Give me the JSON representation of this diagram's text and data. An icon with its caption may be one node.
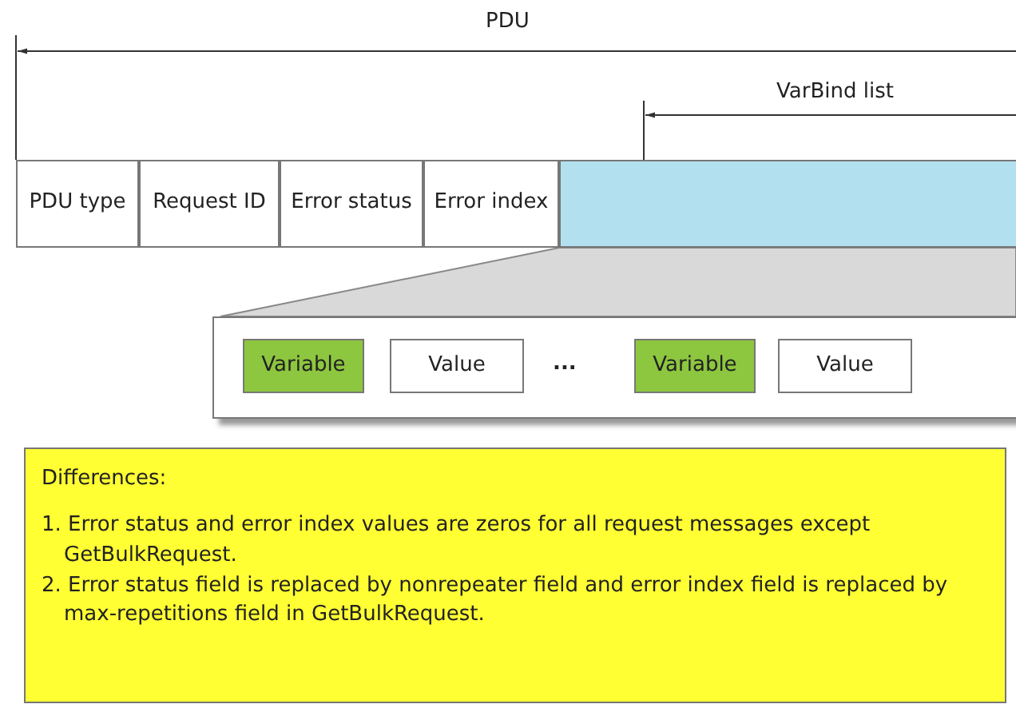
{
  "diagram": {
    "nodes": [
      {
        "text": [
          "PDU type"
        ]
      },
      {
        "text": [
          "Request ID"
        ]
      },
      {
        "text": [
          "Error status"
        ]
      },
      {
        "text": [
          "Error index"
        ]
      },
      {
        "text": [],
        "shape": "box"
      },
      {
        "text": [],
        "shape": "box"
      },
      {
        "text": [
          "Variable"
        ],
        "in": 5
      },
      {
        "text": [
          "Value"
        ],
        "in": 5
      },
      {
        "text": [
          "Variable"
        ],
        "in": 5
      },
      {
        "text": [
          "Value"
        ],
        "in": 5
      },
      {
        "text": [
          "Differences:",
          "1. Error status and error index values are zeros for all request messages except GetBulkRequest.",
          "2. Error status field is replaced by nonrepeater field and error index field is replaced by max-repetitions field in GetBulkRequest."
        ]
      },
      {
        "text": [],
        "shape": "wedge"
      }
    ],
    "edges": [],
    "labels": [
      "PDU",
      "VarBind list",
      "..."
    ]
  }
}
